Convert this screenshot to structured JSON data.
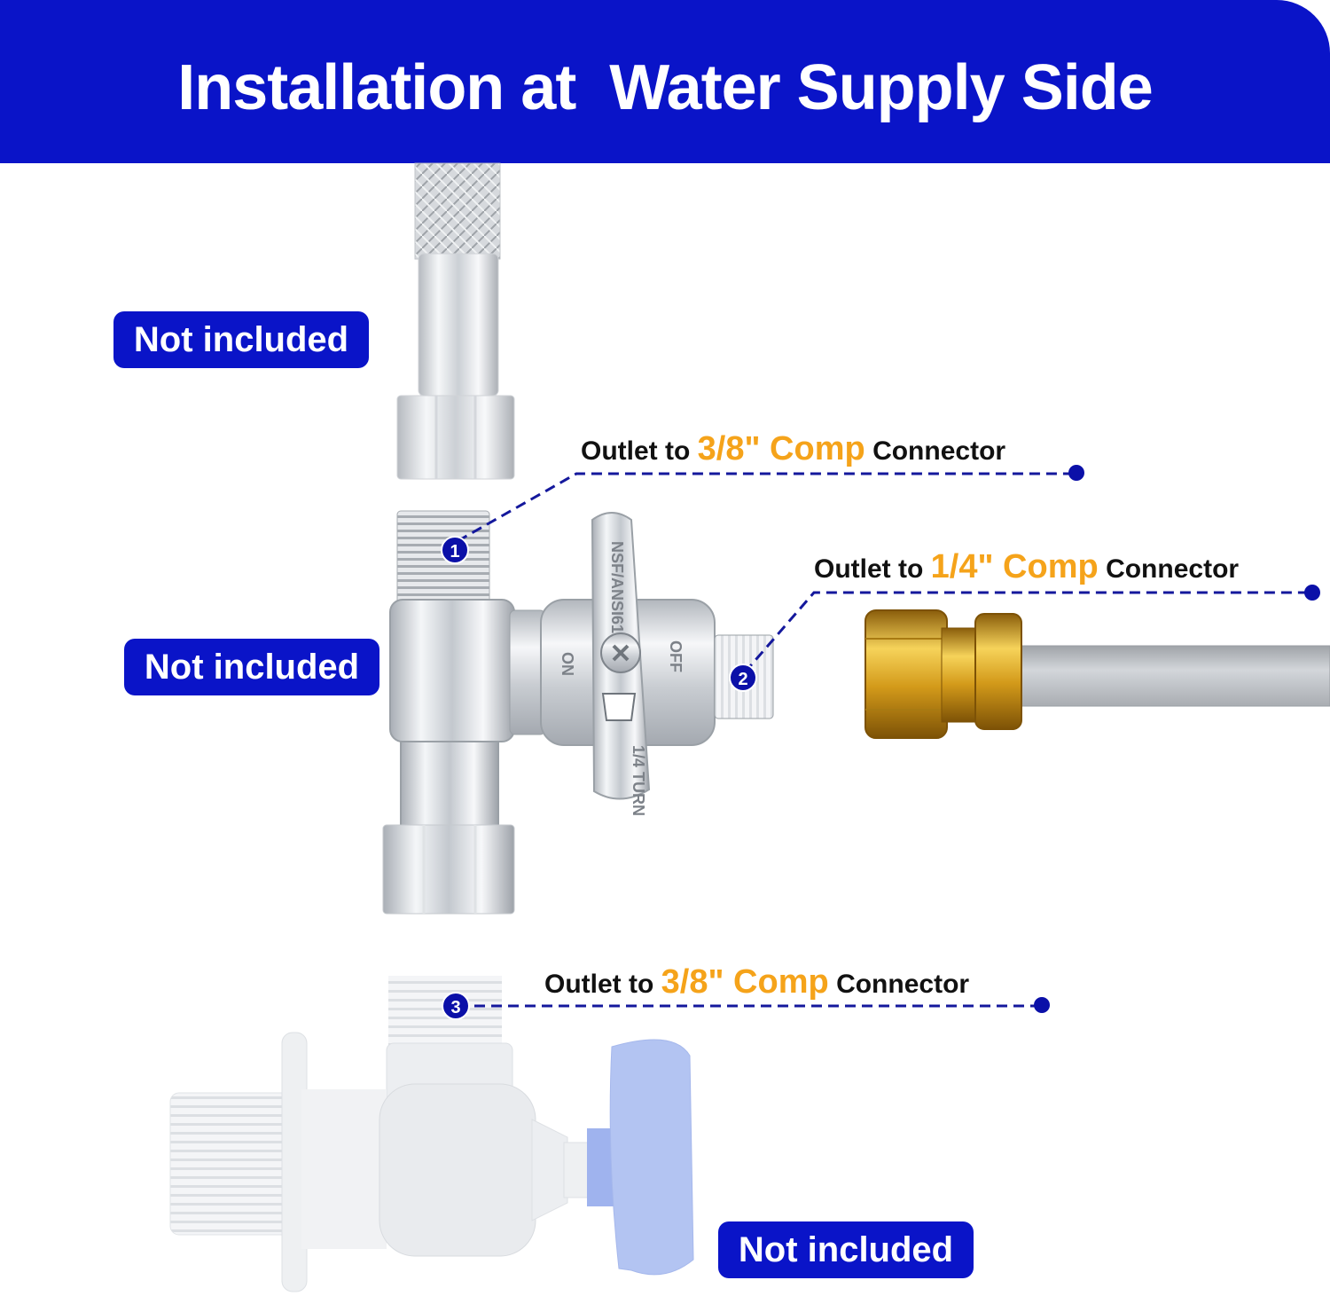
{
  "header": {
    "title": "Installation at  Water Supply Side"
  },
  "badges": {
    "top": "Not included",
    "middle": "Not included",
    "bottom": "Not included"
  },
  "callouts": [
    {
      "number": "1",
      "prefix": "Outlet to",
      "size": "3/8\" Comp",
      "suffix": "Connector"
    },
    {
      "number": "2",
      "prefix": "Outlet to",
      "size": "1/4\" Comp",
      "suffix": "Connector"
    },
    {
      "number": "3",
      "prefix": "Outlet to",
      "size": "3/8\" Comp",
      "suffix": "Connector"
    }
  ],
  "valve_markings": {
    "handle": "NSF/ANSI61",
    "on": "ON",
    "off": "OFF",
    "turn": "1/4 TURN"
  },
  "colors": {
    "brand_blue": "#0a14c8",
    "accent_orange": "#f5a31a",
    "chrome": "#d9dde2",
    "brass": "#d9a21f",
    "tube_gray": "#c9ccd0",
    "knob_blue": "#b3c4f2"
  }
}
